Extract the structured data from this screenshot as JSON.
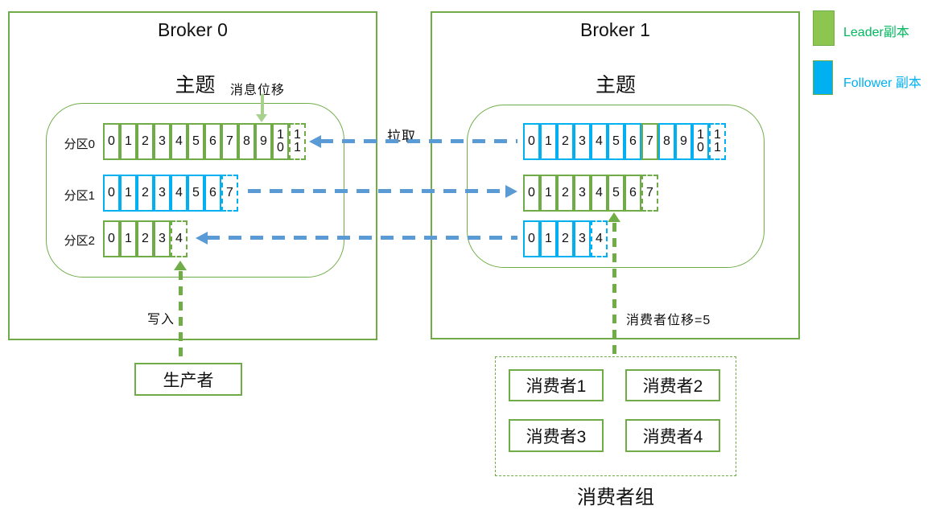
{
  "legend": {
    "leader": {
      "label": "Leader副本",
      "swatch_fill": "#8CC550",
      "text_color": "#00B95E"
    },
    "follower": {
      "label": "Follower 副本",
      "swatch_fill": "#00B0F0",
      "text_color": "#00B0F0"
    }
  },
  "colors": {
    "leader_border": "#6FAC47",
    "follower_border": "#00B0F0",
    "pull_arrow_blue": "#5B9BD5",
    "green_arrow": "#70AD47",
    "message_offset_arrow": "#A9D18E"
  },
  "broker0": {
    "title": "Broker 0",
    "topic_label": "主题",
    "message_offset_label": "消息位移",
    "partitions": [
      {
        "label": "分区0",
        "cells": [
          {
            "t": "0",
            "type": "leader"
          },
          {
            "t": "1",
            "type": "leader"
          },
          {
            "t": "2",
            "type": "leader"
          },
          {
            "t": "3",
            "type": "leader"
          },
          {
            "t": "4",
            "type": "leader"
          },
          {
            "t": "5",
            "type": "leader"
          },
          {
            "t": "6",
            "type": "leader"
          },
          {
            "t": "7",
            "type": "leader"
          },
          {
            "t": "8",
            "type": "leader"
          },
          {
            "t": "9",
            "type": "leader"
          },
          {
            "t": "1\n0",
            "type": "leader"
          },
          {
            "t": "1\n1",
            "type": "leader-next"
          }
        ]
      },
      {
        "label": "分区1",
        "cells": [
          {
            "t": "0",
            "type": "follower"
          },
          {
            "t": "1",
            "type": "follower"
          },
          {
            "t": "2",
            "type": "follower"
          },
          {
            "t": "3",
            "type": "follower"
          },
          {
            "t": "4",
            "type": "follower"
          },
          {
            "t": "5",
            "type": "follower"
          },
          {
            "t": "6",
            "type": "follower"
          },
          {
            "t": "7",
            "type": "follower-next"
          }
        ]
      },
      {
        "label": "分区2",
        "cells": [
          {
            "t": "0",
            "type": "leader"
          },
          {
            "t": "1",
            "type": "leader"
          },
          {
            "t": "2",
            "type": "leader"
          },
          {
            "t": "3",
            "type": "leader"
          },
          {
            "t": "4",
            "type": "leader-next"
          }
        ]
      }
    ]
  },
  "broker1": {
    "title": "Broker 1",
    "topic_label": "主题",
    "partitions": [
      {
        "label": "",
        "cells": [
          {
            "t": "0",
            "type": "follower"
          },
          {
            "t": "1",
            "type": "follower"
          },
          {
            "t": "2",
            "type": "follower"
          },
          {
            "t": "3",
            "type": "follower"
          },
          {
            "t": "4",
            "type": "follower"
          },
          {
            "t": "5",
            "type": "follower"
          },
          {
            "t": "6",
            "type": "follower"
          },
          {
            "t": "7",
            "type": "leader"
          },
          {
            "t": "8",
            "type": "follower"
          },
          {
            "t": "9",
            "type": "follower"
          },
          {
            "t": "1\n0",
            "type": "follower"
          },
          {
            "t": "1\n1",
            "type": "follower-next"
          }
        ]
      },
      {
        "label": "",
        "cells": [
          {
            "t": "0",
            "type": "leader"
          },
          {
            "t": "1",
            "type": "leader"
          },
          {
            "t": "2",
            "type": "leader"
          },
          {
            "t": "3",
            "type": "leader"
          },
          {
            "t": "4",
            "type": "leader"
          },
          {
            "t": "5",
            "type": "leader"
          },
          {
            "t": "6",
            "type": "leader"
          },
          {
            "t": "7",
            "type": "leader-next"
          }
        ]
      },
      {
        "label": "",
        "cells": [
          {
            "t": "0",
            "type": "follower"
          },
          {
            "t": "1",
            "type": "follower"
          },
          {
            "t": "2",
            "type": "follower"
          },
          {
            "t": "3",
            "type": "follower"
          },
          {
            "t": "4",
            "type": "follower-next"
          }
        ]
      }
    ]
  },
  "labels": {
    "pull": "拉取",
    "write": "写入",
    "consumer_offset": "消费者位移=5"
  },
  "producer": {
    "label": "生产者"
  },
  "consumer_group": {
    "label": "消费者组",
    "consumers": [
      "消费者1",
      "消费者2",
      "消费者3",
      "消费者4"
    ]
  }
}
